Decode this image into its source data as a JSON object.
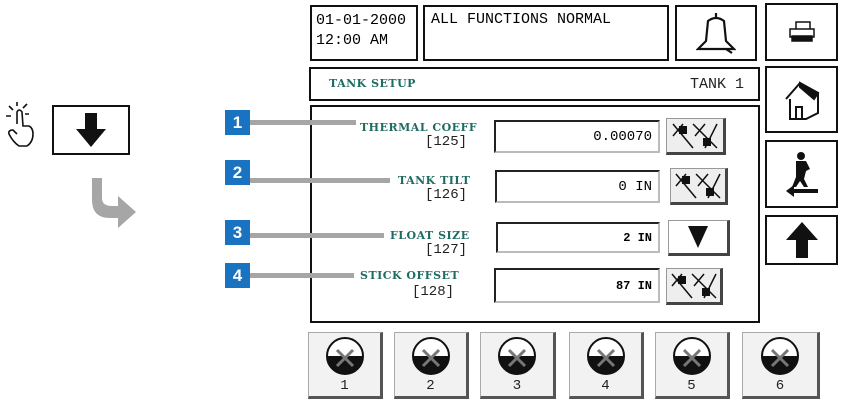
{
  "header": {
    "date": "01-01-2000",
    "time": "12:00 AM",
    "status": "ALL FUNCTIONS NORMAL"
  },
  "screen": {
    "title": "TANK SETUP",
    "tank": "TANK 1"
  },
  "fields": [
    {
      "label": "THERMAL COEFF",
      "code": "[125]",
      "value": "0.00070",
      "button": "keypad-icon"
    },
    {
      "label": "TANK TILT",
      "code": "[126]",
      "value": "0 IN",
      "button": "keypad-icon"
    },
    {
      "label": "FLOAT SIZE",
      "code": "[127]",
      "value": "2 IN",
      "button": "dropdown-arrow-icon"
    },
    {
      "label": "STICK OFFSET",
      "code": "[128]",
      "value": "87 IN",
      "button": "keypad-icon"
    }
  ],
  "callouts": [
    "1",
    "2",
    "3",
    "4"
  ],
  "tank_buttons": [
    "1",
    "2",
    "3",
    "4",
    "5",
    "6"
  ],
  "colors": {
    "accent": "#1a73c0",
    "label": "#1d6b63",
    "leader": "#a6a6a6"
  }
}
